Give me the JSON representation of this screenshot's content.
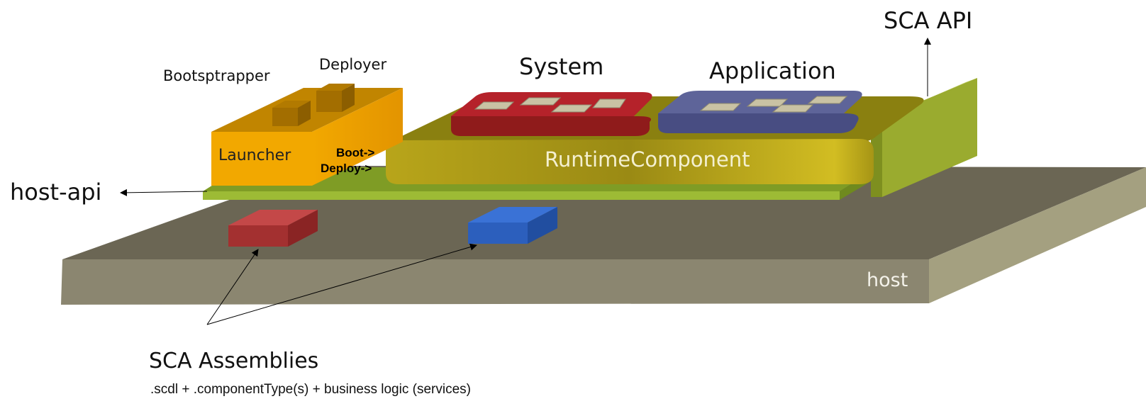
{
  "labels": {
    "bootstrapper": "Bootsptrapper",
    "deployer": "Deployer",
    "system": "System",
    "application": "Application",
    "sca_api": "SCA API",
    "launcher": "Launcher",
    "boot_arrow": "Boot->",
    "deploy_arrow": "Deploy->",
    "runtime_component": "RuntimeComponent",
    "host_api": "host-api",
    "host": "host",
    "sca_assemblies": "SCA Assemblies",
    "sca_assemblies_detail": ".scdl + .componentType(s) + business logic (services)"
  },
  "colors": {
    "host_top": "#6b6654",
    "host_front": "#8b8670",
    "host_side": "#a4a080",
    "runtime": "#c6b21a",
    "launcher": "#f0a400",
    "system": "#a52020",
    "application": "#545a95",
    "sca_api_panel": "#9aab2f",
    "host_api_plate": "#8fae2b",
    "assembly_red": "#a33030",
    "assembly_blue": "#2c5fbd"
  }
}
